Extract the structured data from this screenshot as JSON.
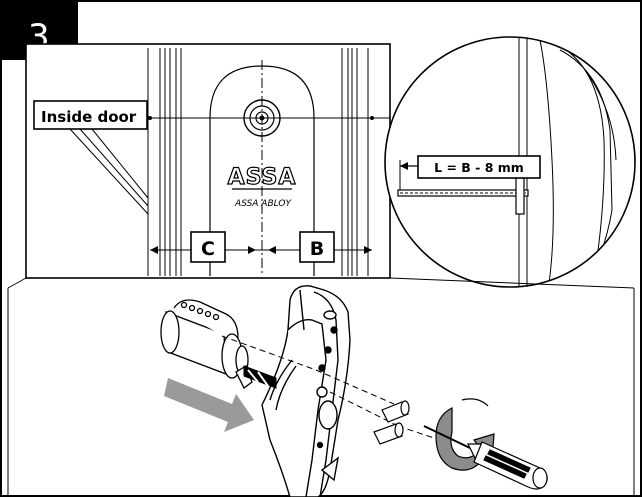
{
  "step": {
    "number": "3"
  },
  "top_view": {
    "inside_door_label": "Inside door",
    "brand_logo": "ASSA",
    "brand_sub": "ASSA ABLOY",
    "dim_c": "C",
    "dim_b": "B"
  },
  "zoom_view": {
    "formula": "L = B - 8 mm"
  },
  "icons": {
    "direction_arrow": "insert-direction-arrow-icon",
    "rotate": "rotate-clockwise-icon",
    "screwdriver": "screwdriver-icon"
  }
}
